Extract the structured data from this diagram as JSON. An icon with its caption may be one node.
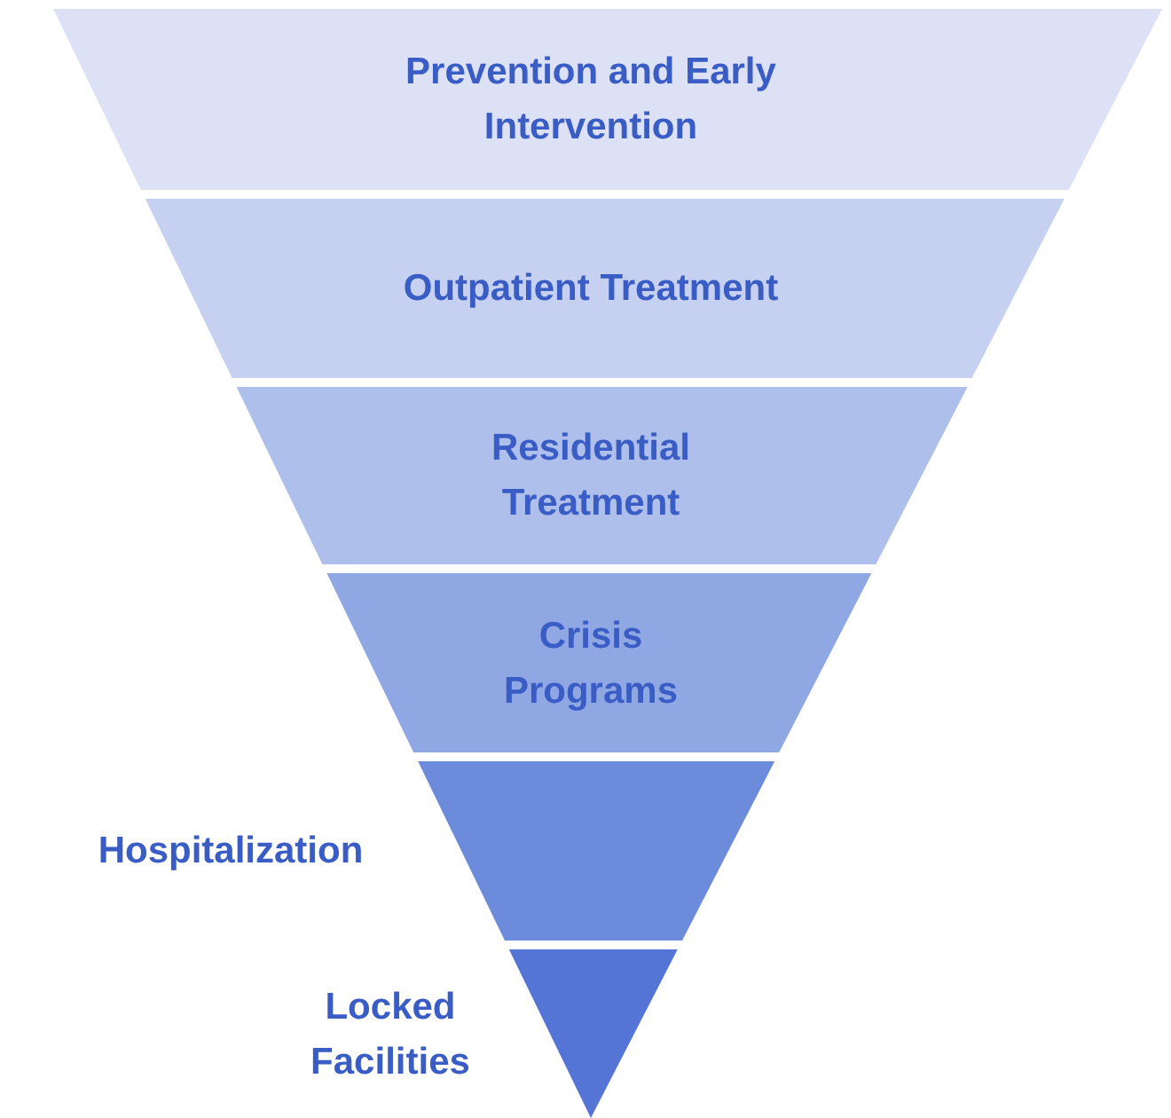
{
  "diagram": {
    "nodes": [
      {
        "text": [
          "Prevention and Early Intervention"
        ]
      },
      {
        "text": [
          "Outpatient Treatment"
        ]
      },
      {
        "text": [
          "Residential Treatment"
        ]
      },
      {
        "text": [
          "Crisis Programs"
        ]
      },
      {
        "text": [
          "Hospitalization"
        ]
      },
      {
        "text": [
          "Locked Facilities"
        ]
      }
    ]
  }
}
